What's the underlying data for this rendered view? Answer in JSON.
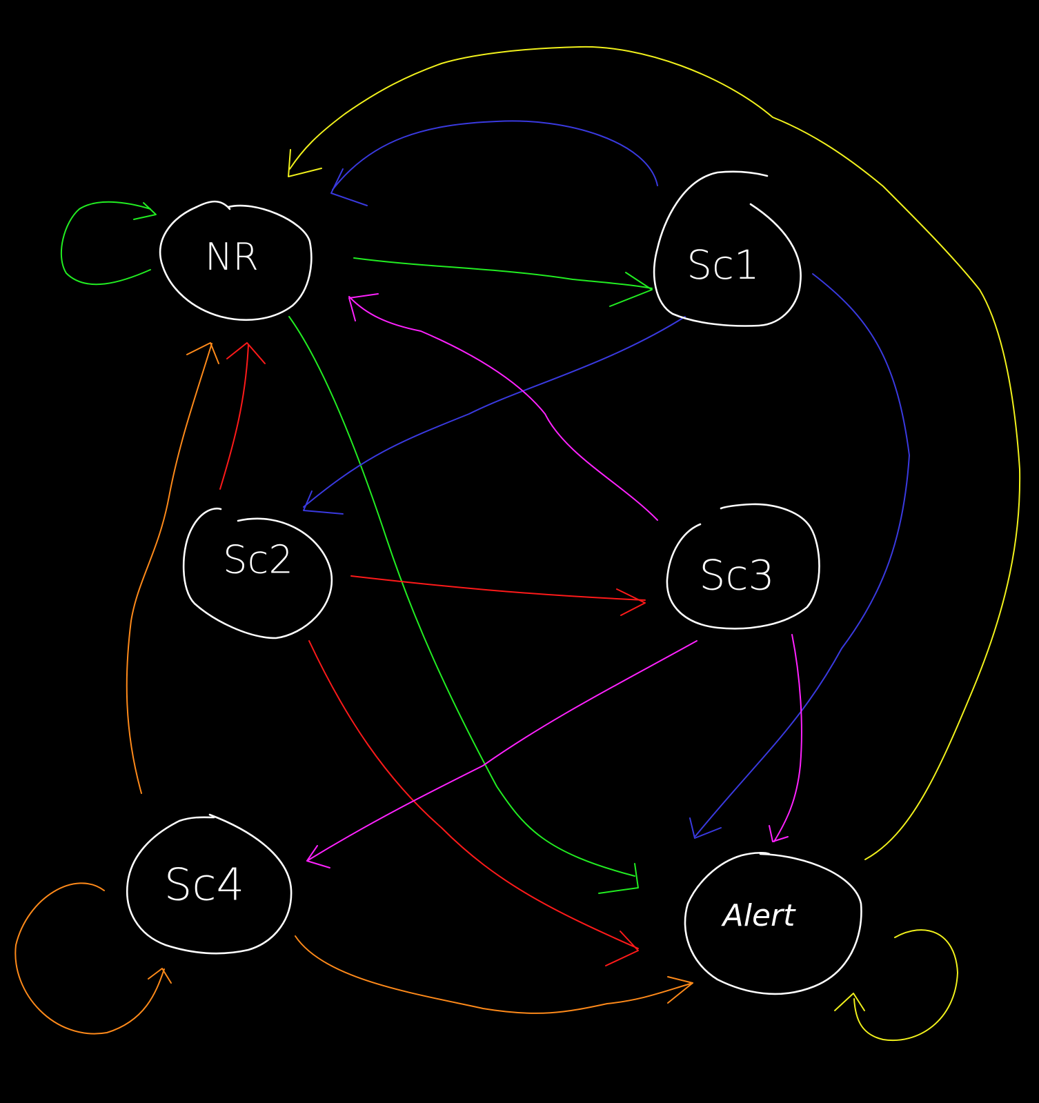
{
  "colors": {
    "background": "#000000",
    "node_stroke": "#ffffff",
    "green": "#22ee22",
    "blue": "#3a3ae0",
    "yellow": "#f2f21c",
    "magenta": "#ff22ff",
    "red": "#ff1a1a",
    "orange": "#ff8a1a"
  },
  "nodes": {
    "nr": {
      "label": "NR"
    },
    "sc1": {
      "label": "Sc1"
    },
    "sc2": {
      "label": "Sc2"
    },
    "sc3": {
      "label": "Sc3"
    },
    "sc4": {
      "label": "Sc4"
    },
    "alert": {
      "label": "Alert"
    }
  },
  "edges": [
    {
      "from": "NR",
      "to": "NR",
      "color": "green"
    },
    {
      "from": "NR",
      "to": "Sc1",
      "color": "green"
    },
    {
      "from": "NR",
      "to": "Alert",
      "color": "green"
    },
    {
      "from": "Sc1",
      "to": "NR",
      "color": "blue"
    },
    {
      "from": "Sc1",
      "to": "Sc2",
      "color": "blue"
    },
    {
      "from": "Sc1",
      "to": "Alert",
      "color": "blue"
    },
    {
      "from": "Sc2",
      "to": "NR",
      "color": "red"
    },
    {
      "from": "Sc2",
      "to": "Sc3",
      "color": "red"
    },
    {
      "from": "Sc2",
      "to": "Alert",
      "color": "red"
    },
    {
      "from": "Sc3",
      "to": "NR",
      "color": "magenta"
    },
    {
      "from": "Sc3",
      "to": "Sc4",
      "color": "magenta"
    },
    {
      "from": "Sc3",
      "to": "Alert",
      "color": "magenta"
    },
    {
      "from": "Sc4",
      "to": "NR",
      "color": "orange"
    },
    {
      "from": "Sc4",
      "to": "Sc4",
      "color": "orange"
    },
    {
      "from": "Sc4",
      "to": "Alert",
      "color": "orange"
    },
    {
      "from": "Alert",
      "to": "NR",
      "color": "yellow"
    },
    {
      "from": "Alert",
      "to": "Alert",
      "color": "yellow"
    }
  ]
}
